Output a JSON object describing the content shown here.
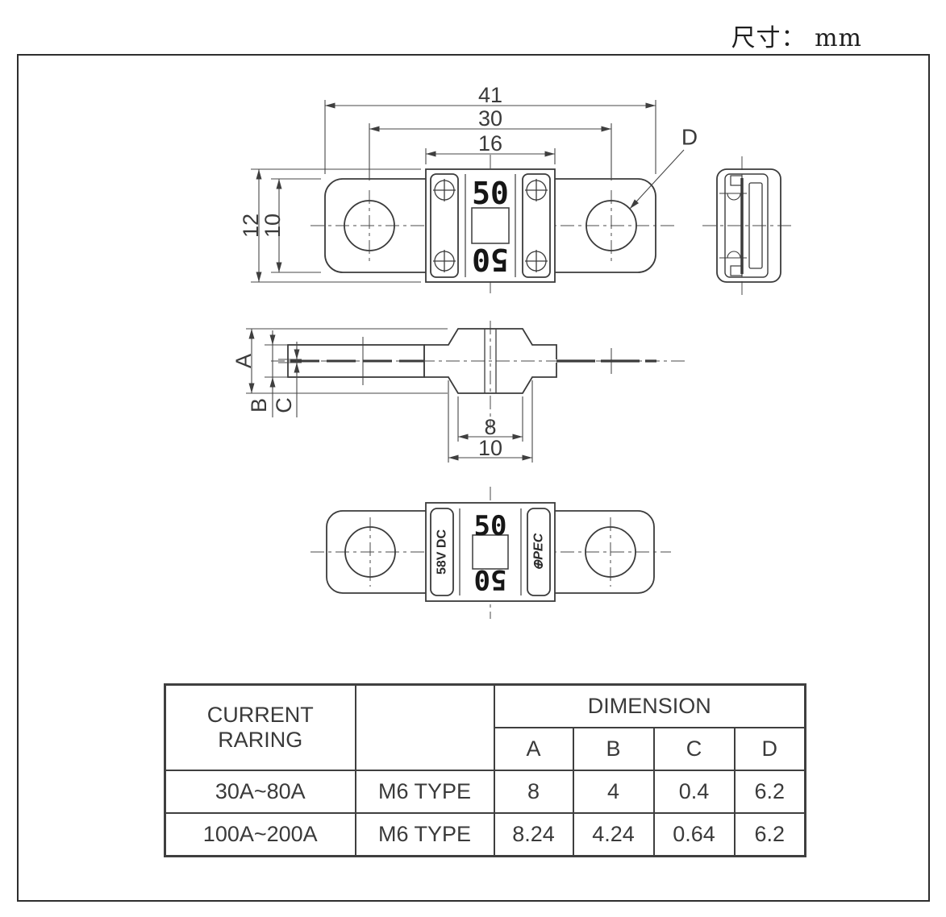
{
  "page": {
    "unit_note": "尺寸： mm"
  },
  "drawing": {
    "top_view": {
      "dim_41": "41",
      "dim_30": "30",
      "dim_16": "16",
      "dim_12": "12",
      "dim_10": "10",
      "hole_label": "D",
      "rating_mark": "50",
      "rating_mark_inverted": "50"
    },
    "side_view": {
      "dim_a": "A",
      "dim_b": "B",
      "dim_c": "C",
      "dim_8": "8",
      "dim_10": "10"
    },
    "bottom_view": {
      "rating_mark": "50",
      "rating_mark_inverted": "50",
      "voltage_mark": "58V DC",
      "brand_mark": "⊕PEC"
    }
  },
  "table": {
    "col1_header_line1": "CURRENT",
    "col1_header_line2": "RARING",
    "dimension_header": "DIMENSION",
    "sub_headers": [
      "A",
      "B",
      "C",
      "D"
    ],
    "rows": [
      {
        "current": "30A~80A",
        "type": "M6 TYPE",
        "a": "8",
        "b": "4",
        "c": "0.4",
        "d": "6.2"
      },
      {
        "current": "100A~200A",
        "type": "M6 TYPE",
        "a": "8.24",
        "b": "4.24",
        "c": "0.64",
        "d": "6.2"
      }
    ]
  }
}
